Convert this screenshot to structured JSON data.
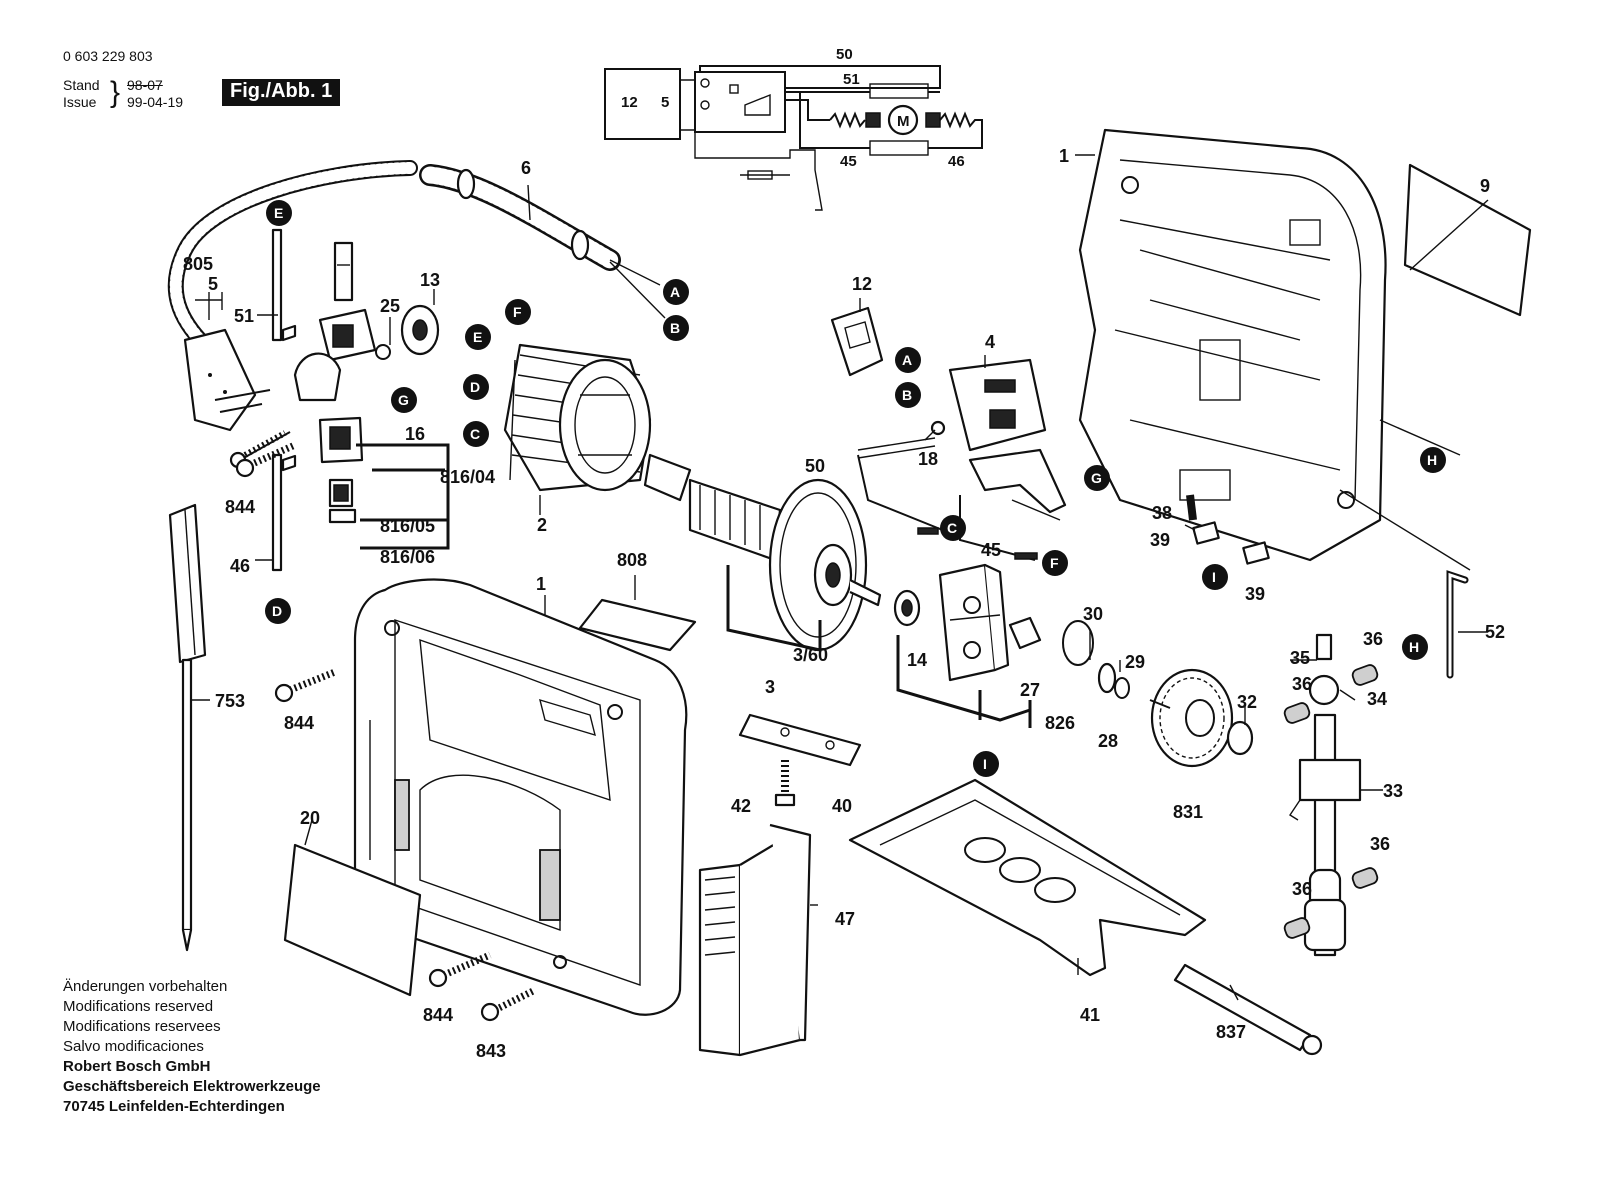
{
  "header": {
    "part_number": "0 603 229 803",
    "stand_label": "Stand",
    "stand_value": "98-07",
    "issue_label": "Issue",
    "issue_value": "99-04-19",
    "figure_label": "Fig./Abb. 1"
  },
  "footer": {
    "lines": [
      "Änderungen vorbehalten",
      "Modifications reserved",
      "Modifications reservees",
      "Salvo modificaciones"
    ],
    "company_lines": [
      "Robert Bosch GmbH",
      "Geschäftsbereich Elektrowerkzeuge",
      "70745 Leinfelden-Echterdingen"
    ]
  },
  "schematic": {
    "labels": [
      "50",
      "51",
      "12",
      "5",
      "45",
      "46"
    ],
    "motor_symbol": "M"
  },
  "part_labels": [
    "6",
    "805",
    "5",
    "51",
    "25",
    "13",
    "1",
    "9",
    "12",
    "4",
    "18",
    "50",
    "16",
    "816/04",
    "2",
    "844",
    "816/05",
    "816/06",
    "46",
    "808",
    "753",
    "3/60",
    "3",
    "14",
    "30",
    "29",
    "27",
    "826",
    "28",
    "32",
    "831",
    "38",
    "39",
    "52",
    "35",
    "36",
    "34",
    "33",
    "42",
    "40",
    "20",
    "47",
    "41",
    "843",
    "837",
    "45"
  ],
  "markers": [
    "A",
    "B",
    "C",
    "D",
    "E",
    "F",
    "G",
    "H",
    "I"
  ]
}
